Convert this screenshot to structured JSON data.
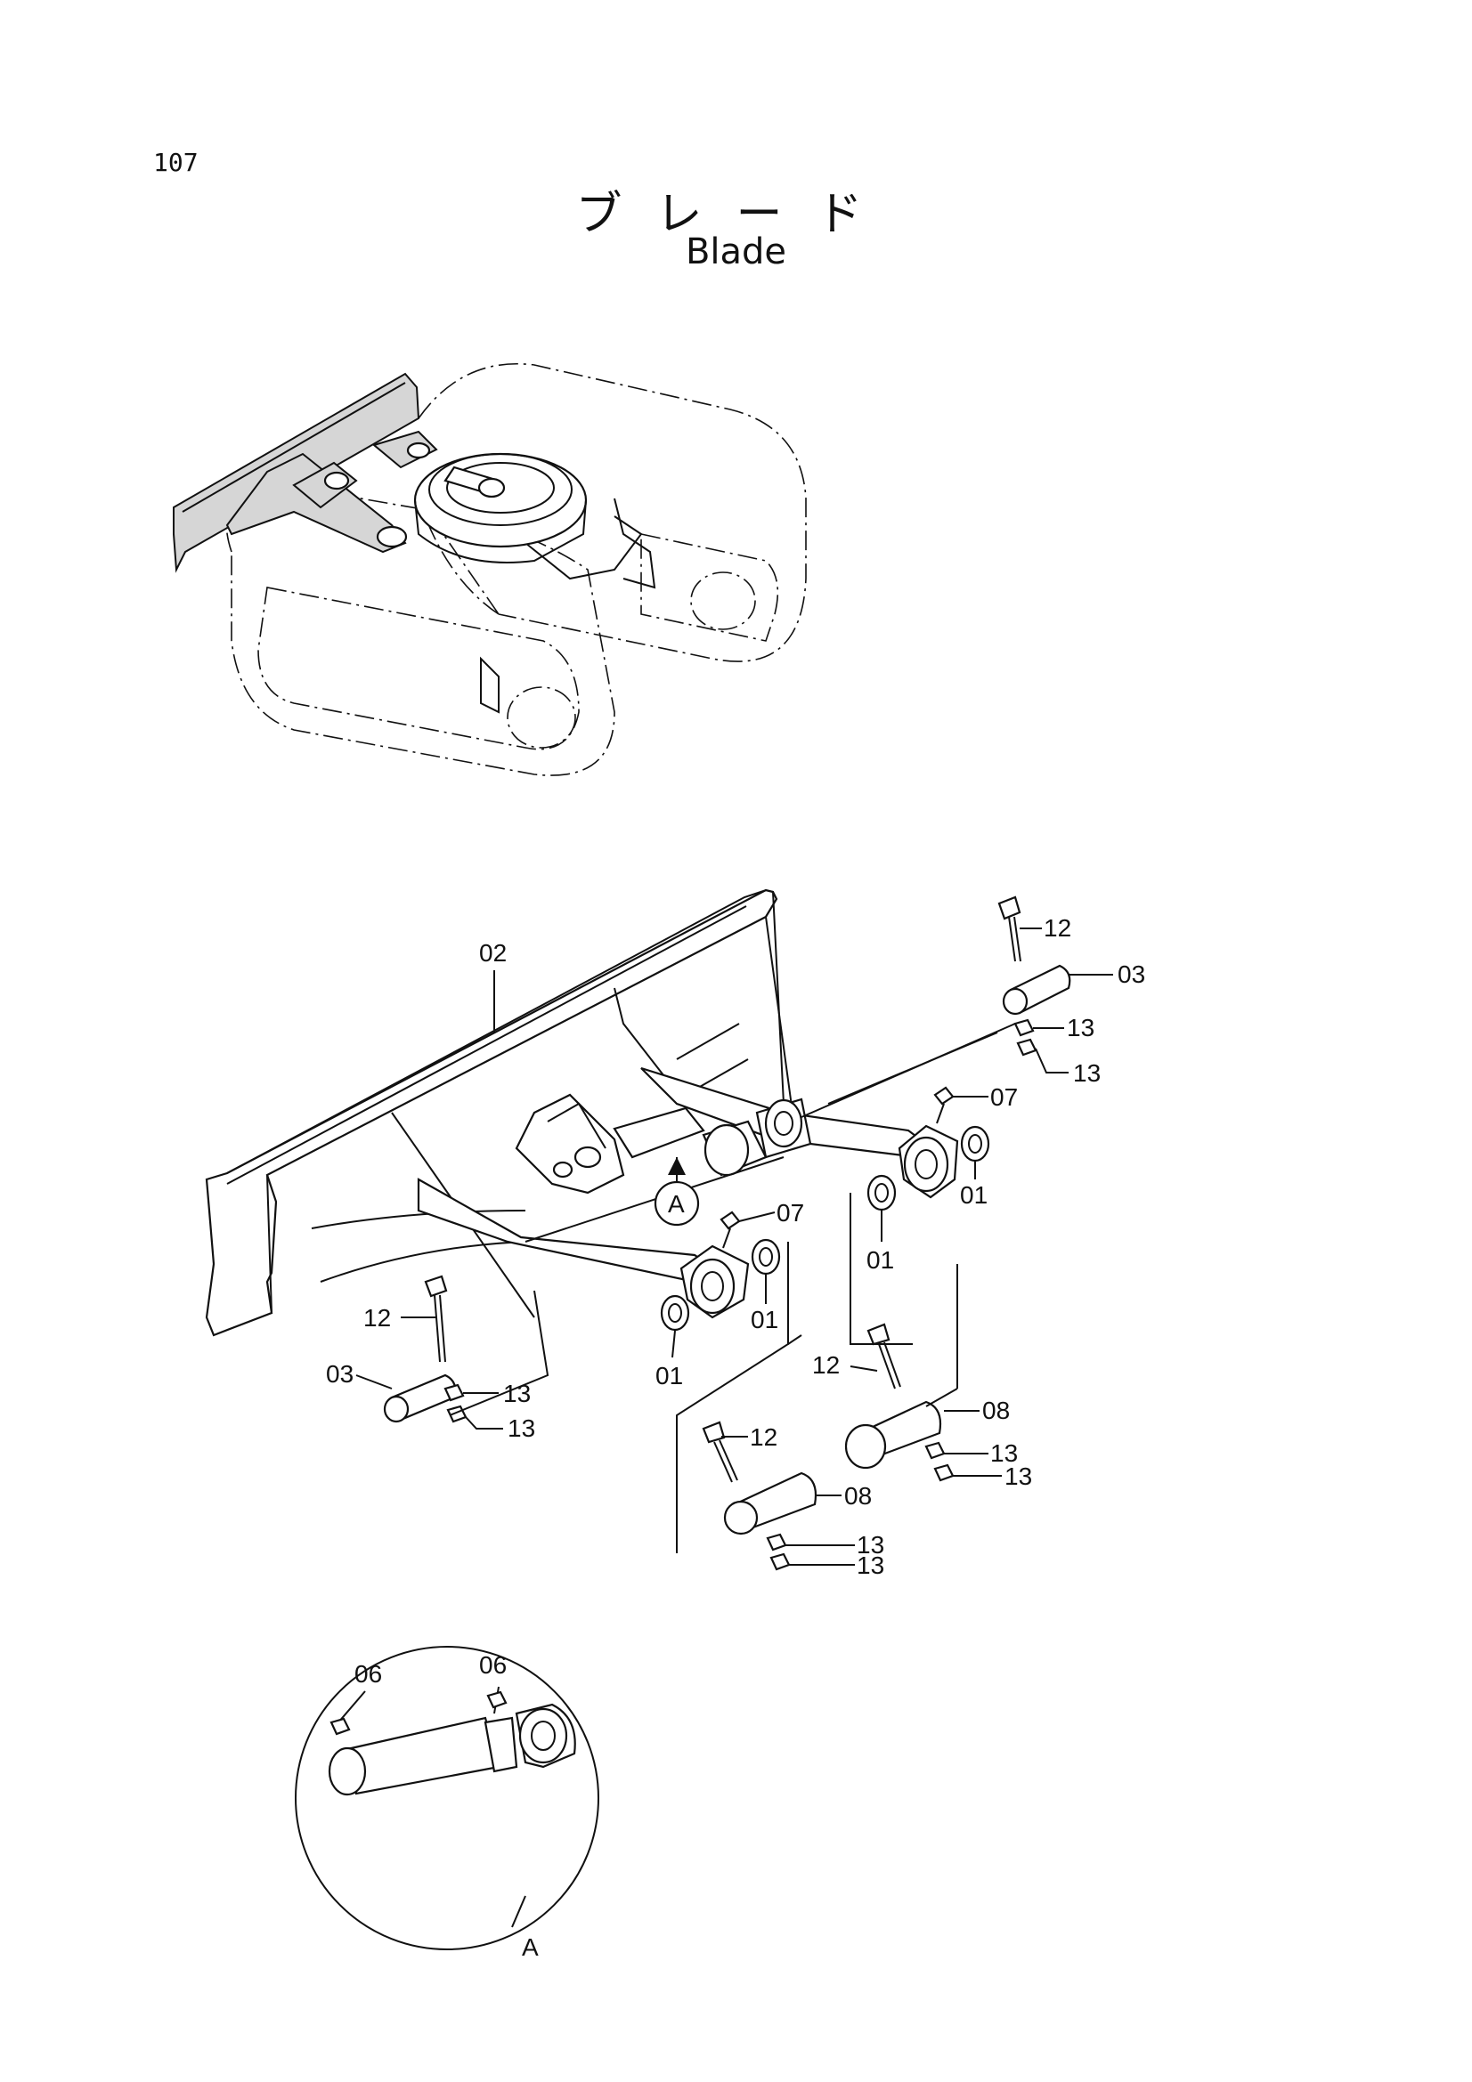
{
  "page_number": "107",
  "title_ja": "ブレード",
  "title_en": "Blade",
  "callouts": {
    "p01": "01",
    "p02": "02",
    "p03": "03",
    "p06": "06",
    "p07": "07",
    "p08": "08",
    "p12": "12",
    "p13": "13",
    "detail_a": "A"
  }
}
